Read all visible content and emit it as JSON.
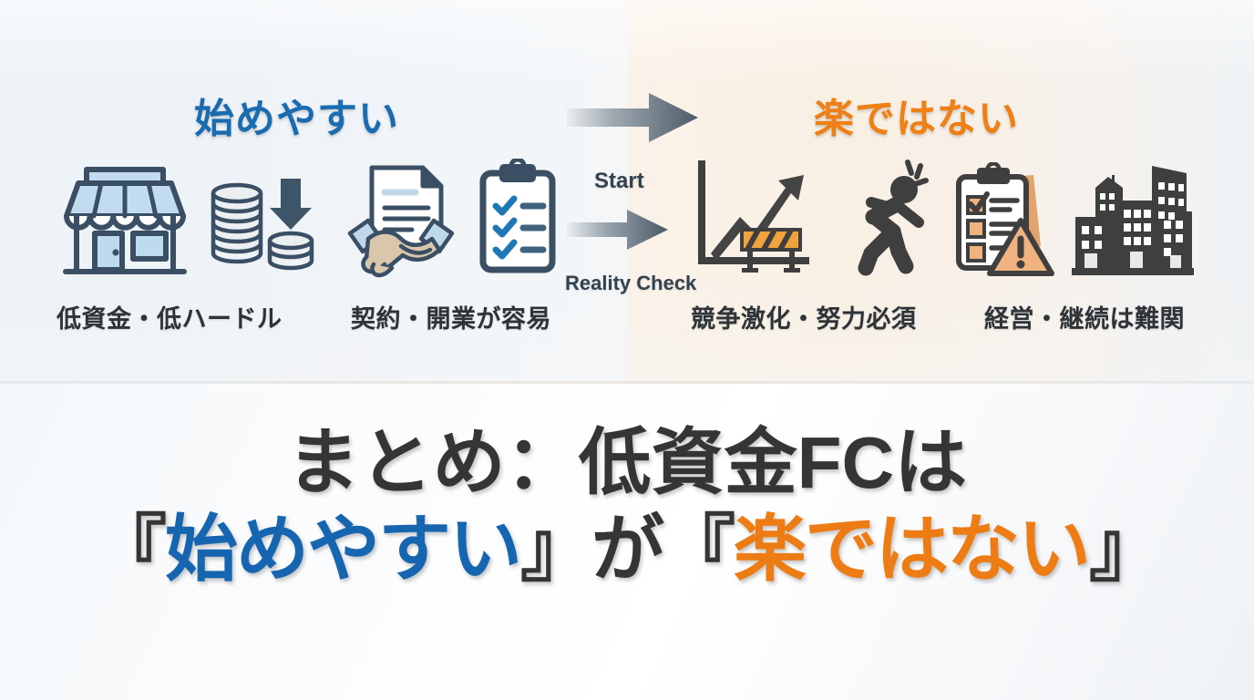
{
  "top": {
    "left_heading": "始めやすい",
    "right_heading": "楽ではない",
    "flow_label_start": "Start",
    "flow_label_reality": "Reality Check",
    "captions": [
      "低資金・低ハードル",
      "契約・開業が容易",
      "競争激化・努力必須",
      "経営・継続は難関"
    ],
    "icons": [
      "storefront-icon",
      "coin-stack-down-arrow-icon",
      "handshake-contract-icon",
      "clipboard-checklist-icon",
      "growth-chart-barrier-icon",
      "exhausted-running-person-icon",
      "clipboard-warning-icon",
      "city-buildings-icon"
    ]
  },
  "summary": {
    "line1": "まとめ：低資金FCは",
    "line2_open_1": "『",
    "line2_blue": "始めやすい",
    "line2_close_1": "』",
    "line2_mid": "が",
    "line2_open_2": "『",
    "line2_orange": "楽ではない",
    "line2_close_2": "』"
  },
  "colors": {
    "blue": "#1565b0",
    "orange": "#ec7c13",
    "dark": "#353535",
    "panel_left_bg": "#eef3f7",
    "panel_right_bg": "#faf2e8"
  }
}
